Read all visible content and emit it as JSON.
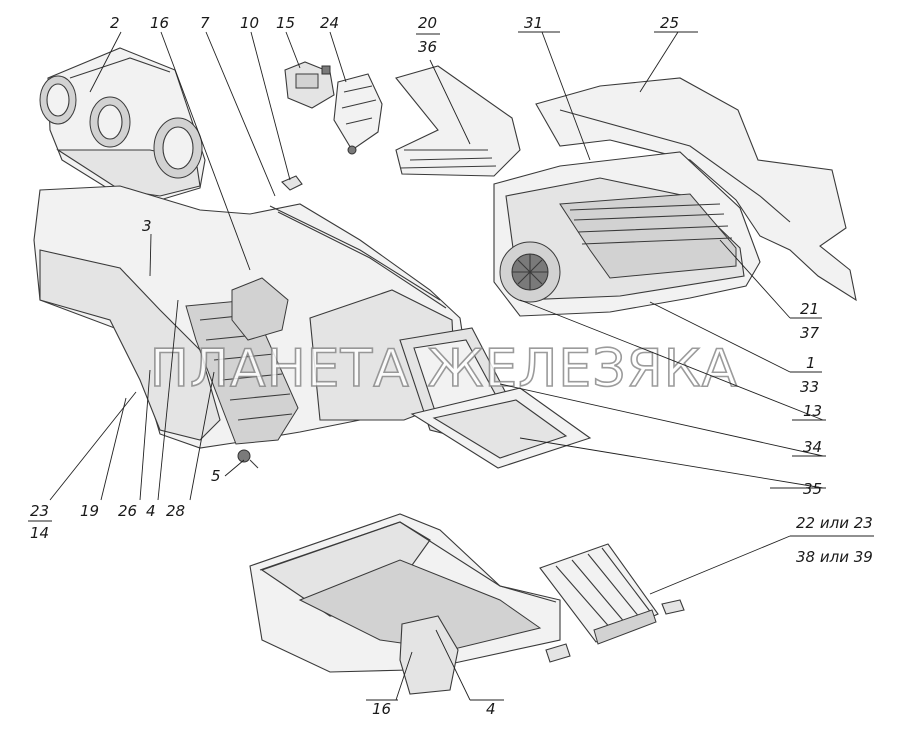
{
  "watermark": "ПЛАНЕТА ЖЕЛЕЗЯКА",
  "callouts": [
    {
      "id": "c2",
      "text": "2"
    },
    {
      "id": "c16a",
      "text": "16"
    },
    {
      "id": "c7",
      "text": "7"
    },
    {
      "id": "c10",
      "text": "10"
    },
    {
      "id": "c15",
      "text": "15"
    },
    {
      "id": "c24",
      "text": "24"
    },
    {
      "id": "c20",
      "text": "20"
    },
    {
      "id": "c36",
      "text": "36"
    },
    {
      "id": "c31",
      "text": "31"
    },
    {
      "id": "c25",
      "text": "25"
    },
    {
      "id": "c3",
      "text": "3"
    },
    {
      "id": "c21",
      "text": "21"
    },
    {
      "id": "c37",
      "text": "37"
    },
    {
      "id": "c1",
      "text": "1"
    },
    {
      "id": "c33",
      "text": "33"
    },
    {
      "id": "c13",
      "text": "13"
    },
    {
      "id": "c34",
      "text": "34"
    },
    {
      "id": "c35",
      "text": "35"
    },
    {
      "id": "c5",
      "text": "5"
    },
    {
      "id": "c23a",
      "text": "23"
    },
    {
      "id": "c14",
      "text": "14"
    },
    {
      "id": "c19",
      "text": "19"
    },
    {
      "id": "c26",
      "text": "26"
    },
    {
      "id": "c4a",
      "text": "4"
    },
    {
      "id": "c28",
      "text": "28"
    },
    {
      "id": "c22or23",
      "text": "22 или 23"
    },
    {
      "id": "c38or39",
      "text": "38 или 39"
    },
    {
      "id": "c16b",
      "text": "16"
    },
    {
      "id": "c4b",
      "text": "4"
    }
  ]
}
